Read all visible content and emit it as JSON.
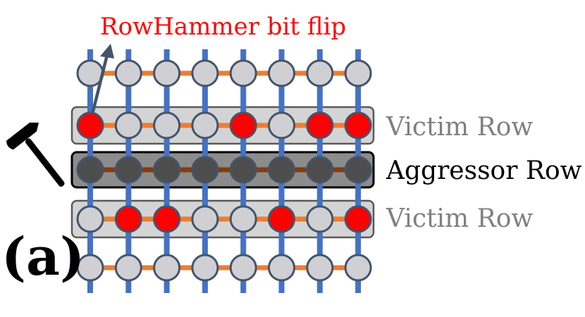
{
  "title": "RowHammer bit flip",
  "labels": {
    "victim_top": "Victim Row",
    "aggressor": "Aggressor Row",
    "victim_bottom": "Victim Row",
    "panel": "(a)"
  },
  "colors": {
    "title": "#ff0000",
    "victim_label": "#808080",
    "aggressor_label": "#000000",
    "panel_label": "#000000",
    "bitline": "#4472c4",
    "wordline": "#ed7d31",
    "wordline_aggressor": "#843c0c",
    "cell_normal": "#d0d0d4",
    "cell_flipped": "#ff0000",
    "cell_aggressor": "#4d4d4d",
    "cell_border": "#44546a",
    "victim_box_fill": "#d4d4d4",
    "victim_box_stroke": "#595959",
    "aggressor_box_fill": "#8c8c8c",
    "aggressor_box_stroke": "#000000",
    "arrow": "#44546a",
    "hammer": "#000000"
  },
  "icons": {
    "hammer": "hammer-icon",
    "arrow": "arrow-icon"
  },
  "grid": {
    "columns": 8,
    "rows": [
      {
        "role": "normal",
        "cells": [
          0,
          0,
          0,
          0,
          0,
          0,
          0,
          0
        ]
      },
      {
        "role": "victim",
        "cells": [
          1,
          0,
          0,
          0,
          1,
          0,
          1,
          1
        ]
      },
      {
        "role": "aggressor",
        "cells": [
          0,
          0,
          0,
          0,
          0,
          0,
          0,
          0
        ]
      },
      {
        "role": "victim",
        "cells": [
          0,
          1,
          1,
          0,
          0,
          1,
          0,
          1
        ]
      },
      {
        "role": "normal",
        "cells": [
          0,
          0,
          0,
          0,
          0,
          0,
          0,
          0
        ]
      }
    ]
  }
}
